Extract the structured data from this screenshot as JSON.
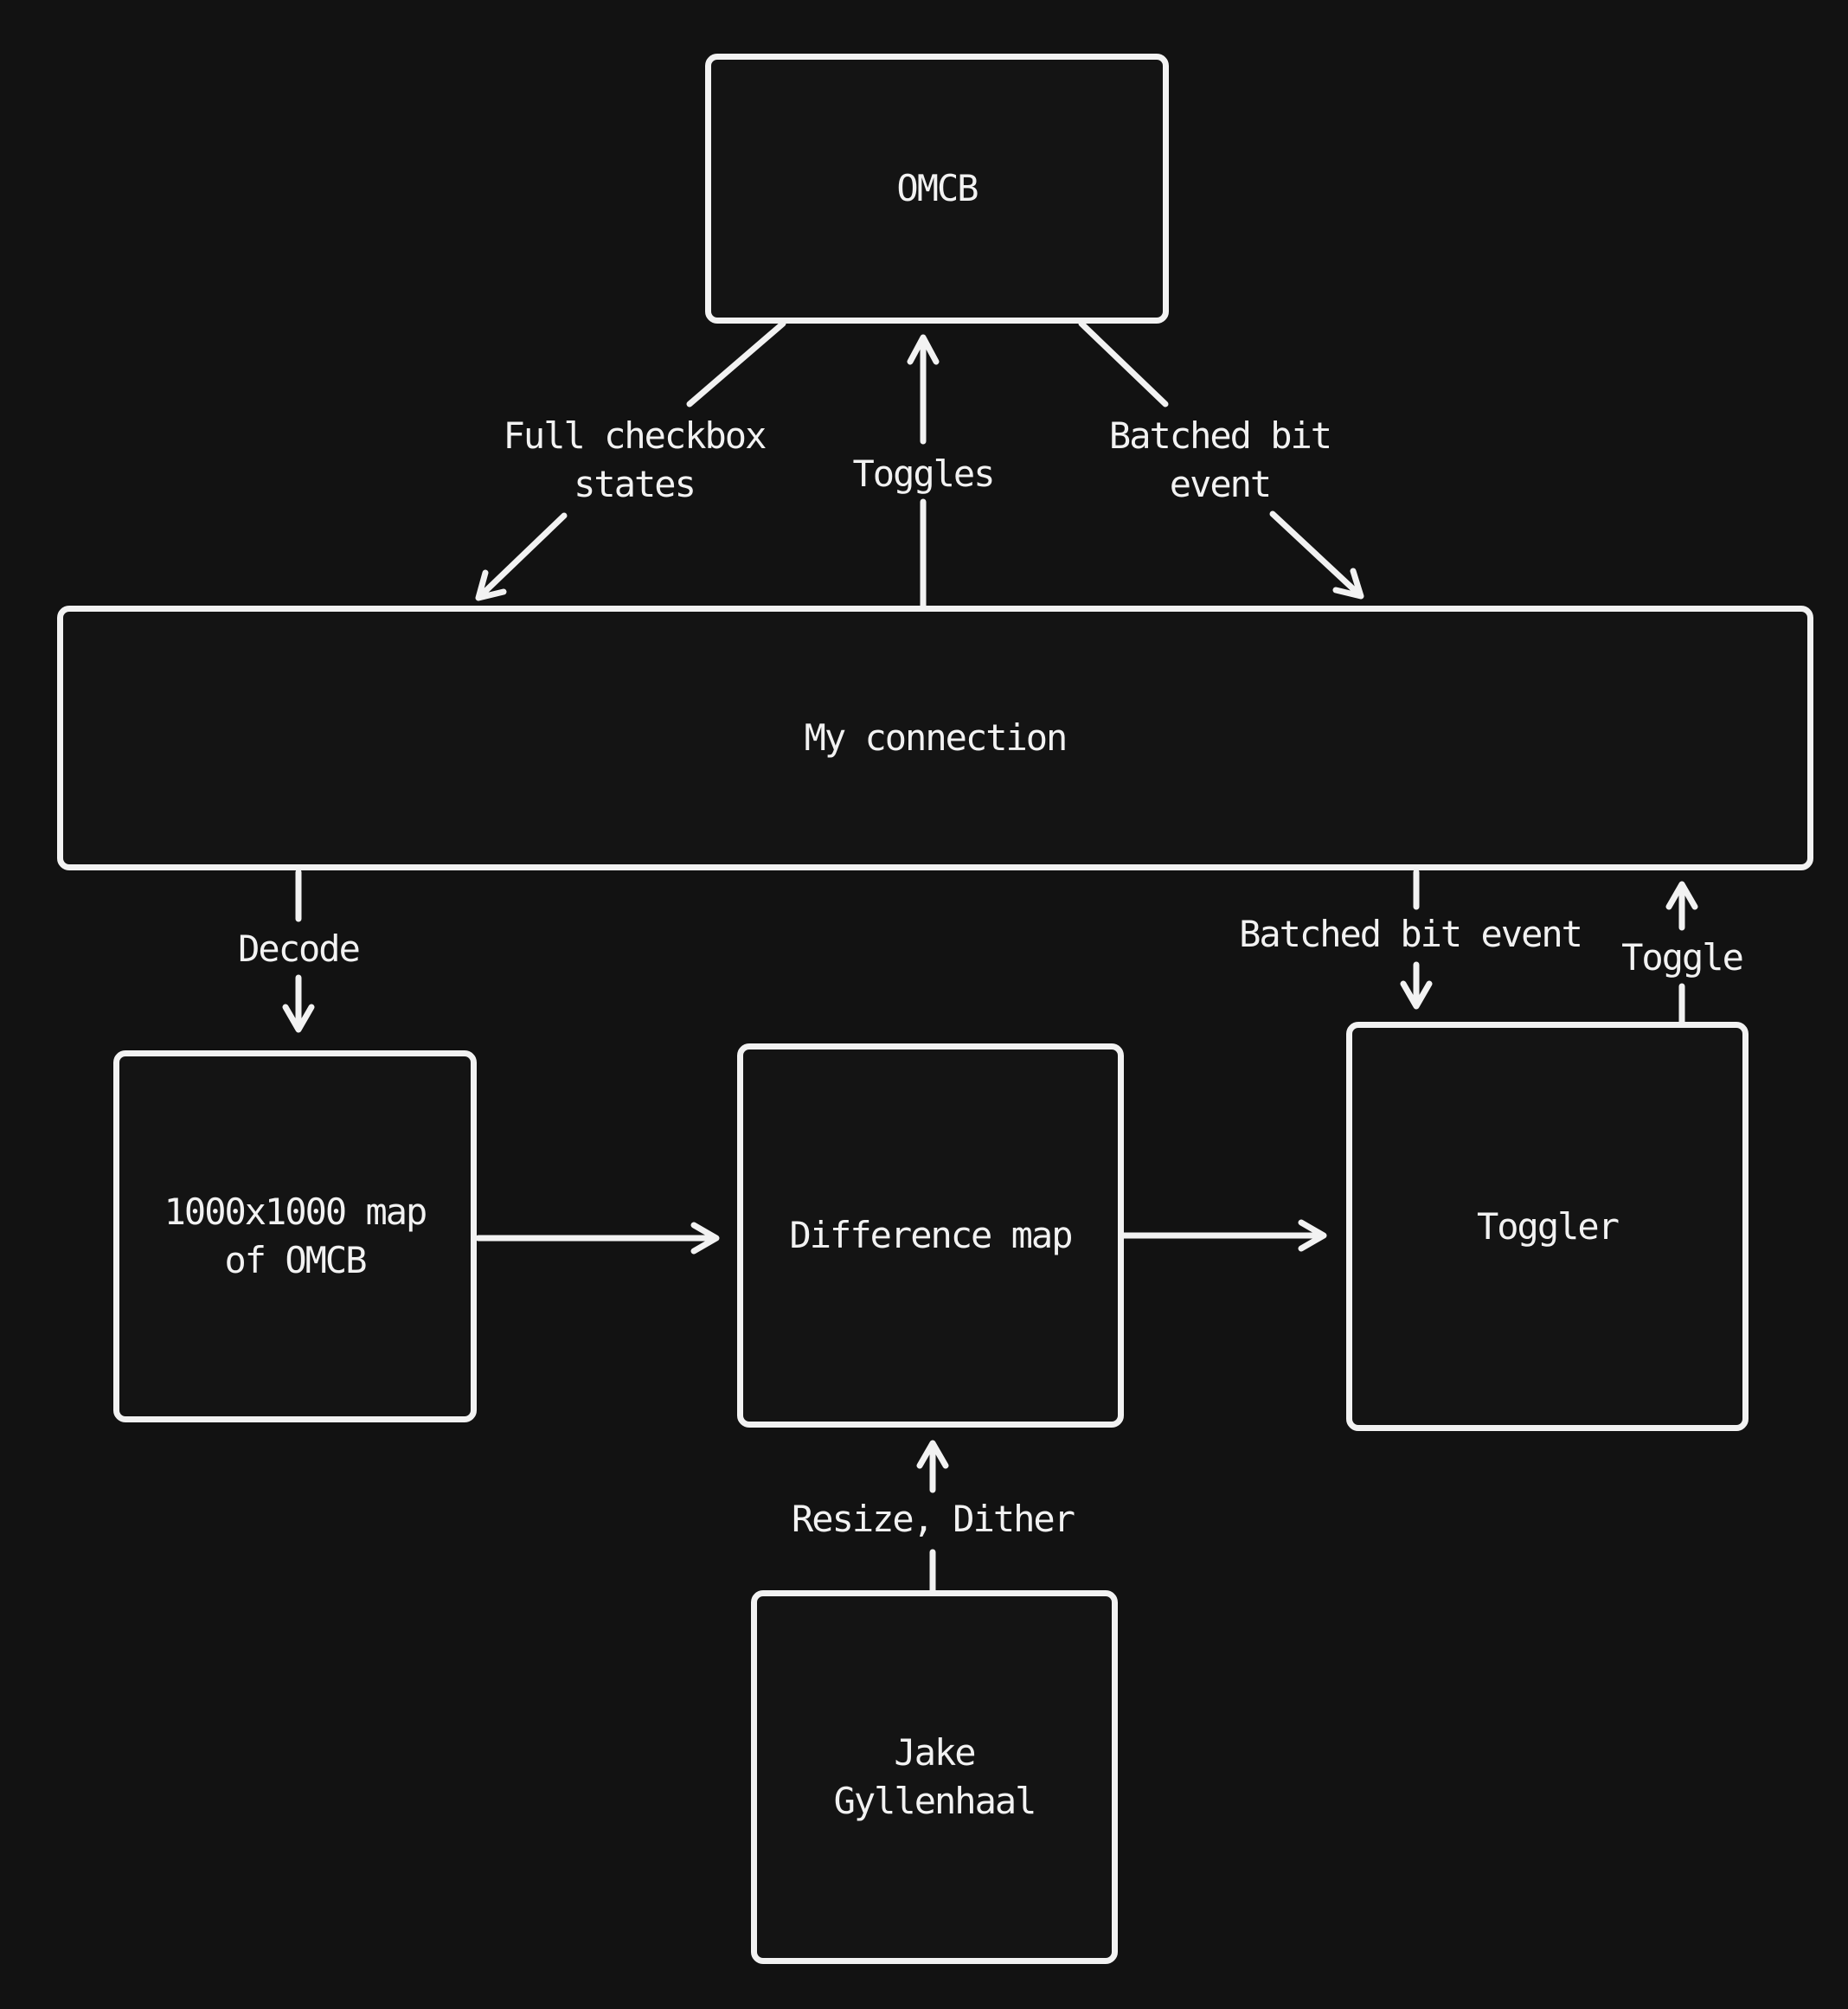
{
  "diagram": {
    "colors": {
      "background": "#121212",
      "stroke": "#f2f2f2",
      "text": "#f2f2f2"
    },
    "nodes": {
      "omcb": {
        "label": "OMCB"
      },
      "my_connection": {
        "label": "My connection"
      },
      "map_of_omcb": {
        "label": "1000x1000 map\nof OMCB"
      },
      "difference_map": {
        "label": "Difference map"
      },
      "toggler": {
        "label": "Toggler"
      },
      "jake_gyllenhaal": {
        "label": "Jake\nGyllenhaal"
      }
    },
    "edges": {
      "full_checkbox_states": {
        "label": "Full checkbox\nstates"
      },
      "toggles": {
        "label": "Toggles"
      },
      "batched_bit_event_top": {
        "label": "Batched bit\nevent"
      },
      "decode": {
        "label": "Decode"
      },
      "batched_bit_event_bottom": {
        "label": "Batched bit event"
      },
      "toggle": {
        "label": "Toggle"
      },
      "resize_dither": {
        "label": "Resize, Dither"
      }
    }
  }
}
